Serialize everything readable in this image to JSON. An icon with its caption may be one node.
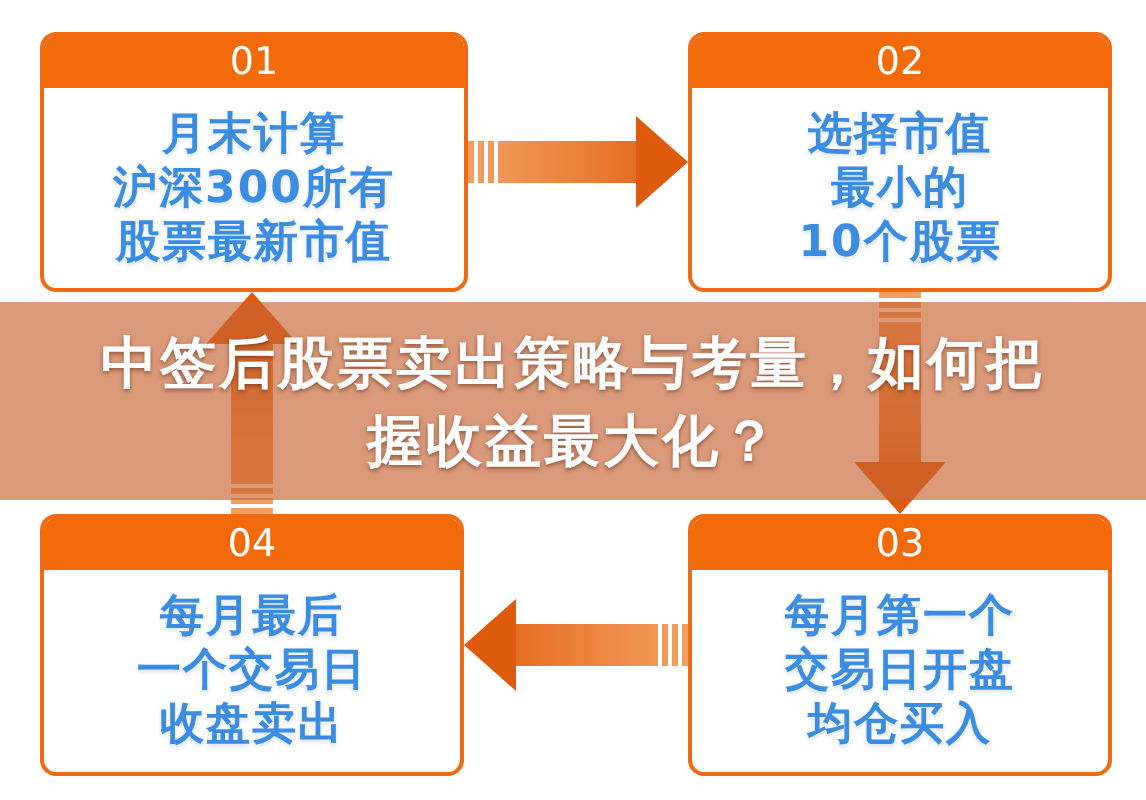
{
  "diagram": {
    "title": "中签后股票卖出策略与考量，如何把握收益最大化？",
    "nodes": [
      {
        "text": [
          "01",
          "月末计算沪深300所有股票最新市值"
        ]
      },
      {
        "text": [
          "02",
          "选择市值最小的10个股票"
        ]
      },
      {
        "text": [
          "03",
          "每月第一个交易日开盘均仓买入"
        ]
      },
      {
        "text": [
          "04",
          "每月最后一个交易日收盘卖出"
        ]
      }
    ],
    "edges": [
      {
        "from": 0,
        "to": 1,
        "arrow": "to",
        "style": "thick"
      },
      {
        "from": 1,
        "to": 2,
        "arrow": "to",
        "style": "thick"
      },
      {
        "from": 2,
        "to": 3,
        "arrow": "to",
        "style": "thick"
      },
      {
        "from": 3,
        "to": 0,
        "arrow": "to",
        "style": "thick"
      }
    ]
  }
}
